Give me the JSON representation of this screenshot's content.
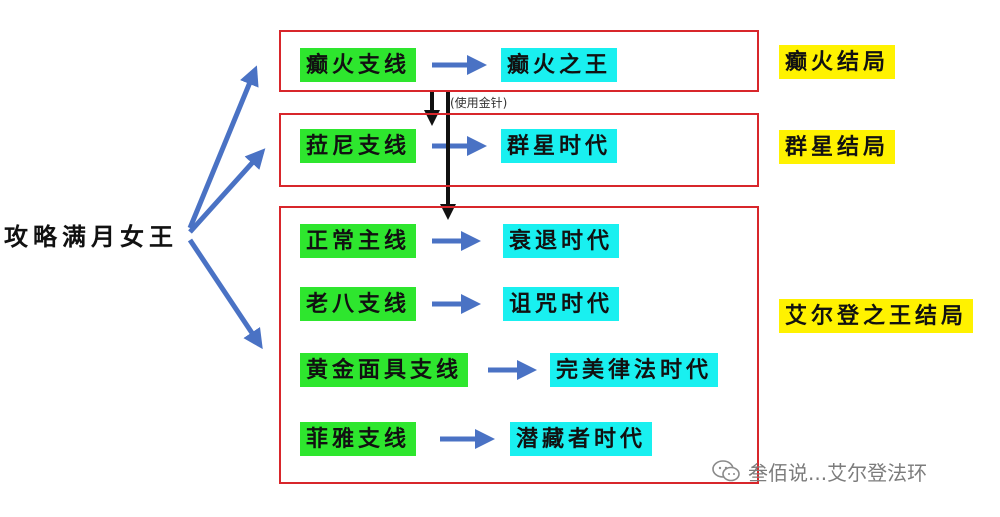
{
  "root": {
    "label": "攻略满月女王"
  },
  "note": "(使用金针)",
  "groups": [
    {
      "routes": [
        {
          "route": "癫火支线",
          "era": "癫火之王"
        }
      ],
      "ending": "癫火结局"
    },
    {
      "routes": [
        {
          "route": "菈尼支线",
          "era": "群星时代"
        }
      ],
      "ending": "群星结局"
    },
    {
      "routes": [
        {
          "route": "正常主线",
          "era": "衰退时代"
        },
        {
          "route": "老八支线",
          "era": "诅咒时代"
        },
        {
          "route": "黄金面具支线",
          "era": "完美律法时代"
        },
        {
          "route": "菲雅支线",
          "era": "潜藏者时代"
        }
      ],
      "ending": "艾尔登之王结局"
    }
  ],
  "watermark": {
    "text": "叁佰说...艾尔登法环",
    "icon": "wechat-icon"
  },
  "colors": {
    "route_bg": "#2ee62e",
    "era_bg": "#19f0f0",
    "ending_bg": "#fff200",
    "box_border": "#d8262b",
    "arrow_blue": "#4a72c4",
    "arrow_black": "#111111"
  }
}
